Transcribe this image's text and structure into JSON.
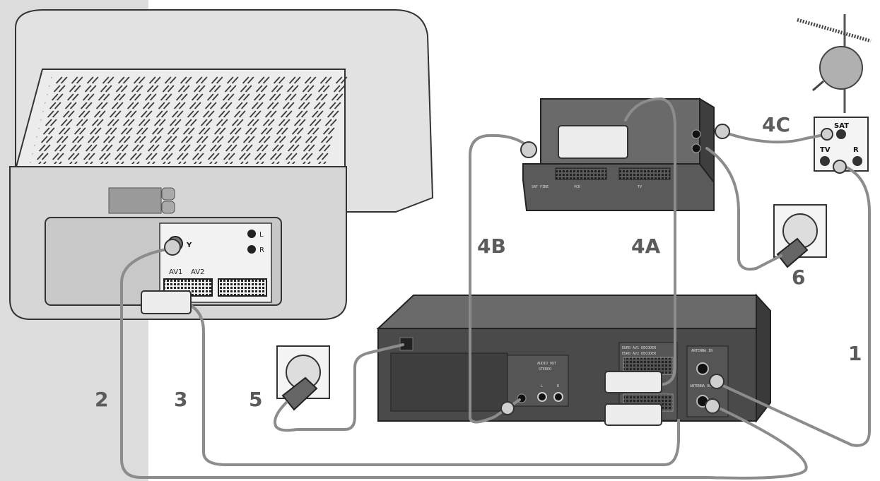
{
  "steps": {
    "s1": "1",
    "s2": "2",
    "s3": "3",
    "s4a": "4A",
    "s4b": "4B",
    "s4c": "4C",
    "s5": "5",
    "s6": "6"
  },
  "tv": {
    "antenna_symbol": "Y",
    "audio_l": "L",
    "audio_r": "R",
    "av1": "AV1",
    "av2": "AV2"
  },
  "wall_socket": {
    "sat": "SAT",
    "tv": "TV",
    "r": "R"
  },
  "vcr": {
    "scart_label_line1": "EURO AV1 DECODER",
    "scart_label_line2": "EURO AV2 DECODER",
    "antenna_in_label": "ANTENNA IN",
    "antenna_out_label": "ANTENNA OUT",
    "audio_out_label": "AUDIO OUT",
    "audio_out_sub": "STEREO",
    "audio_l": "L",
    "audio_r": "R"
  },
  "receiver": {
    "rear_label_1": "SAT FINE",
    "rear_label_2": "VCR",
    "rear_label_3": "TV"
  },
  "colors": {
    "tv_body": "#d6d6d6",
    "vcr_body": "#4a4a4a",
    "cable": "#8c8c8c",
    "label": "#5c5c5c"
  }
}
